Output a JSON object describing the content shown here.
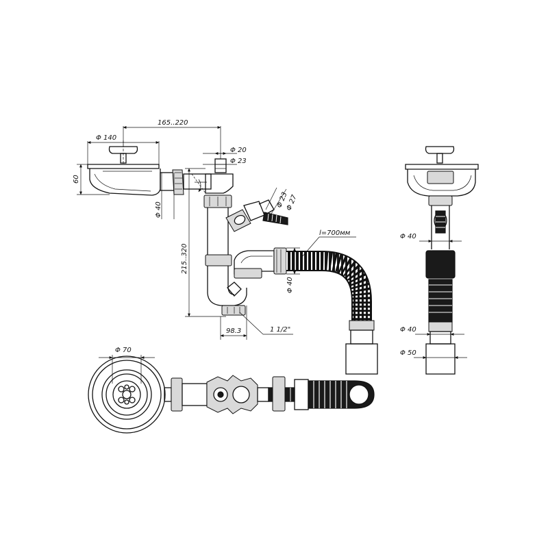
{
  "dimensions": {
    "d140": "Φ 140",
    "d20": "Φ 20",
    "d23": "Φ 23",
    "len_165_220": "165..220",
    "h60": "60",
    "d40_left": "Φ 40",
    "h215_320": "215..320",
    "d40_outlet": "Φ 40",
    "len_98_3": "98.3",
    "thread_1_1_2": "1 1/2\"",
    "d23_side": "Φ 23",
    "d27_side": "Φ 27",
    "hose_length": "l=700мм",
    "d70": "Φ 70",
    "d40_right_top": "Φ 40",
    "d40_right_bottom": "Φ 40",
    "d50_right": "Φ 50"
  }
}
